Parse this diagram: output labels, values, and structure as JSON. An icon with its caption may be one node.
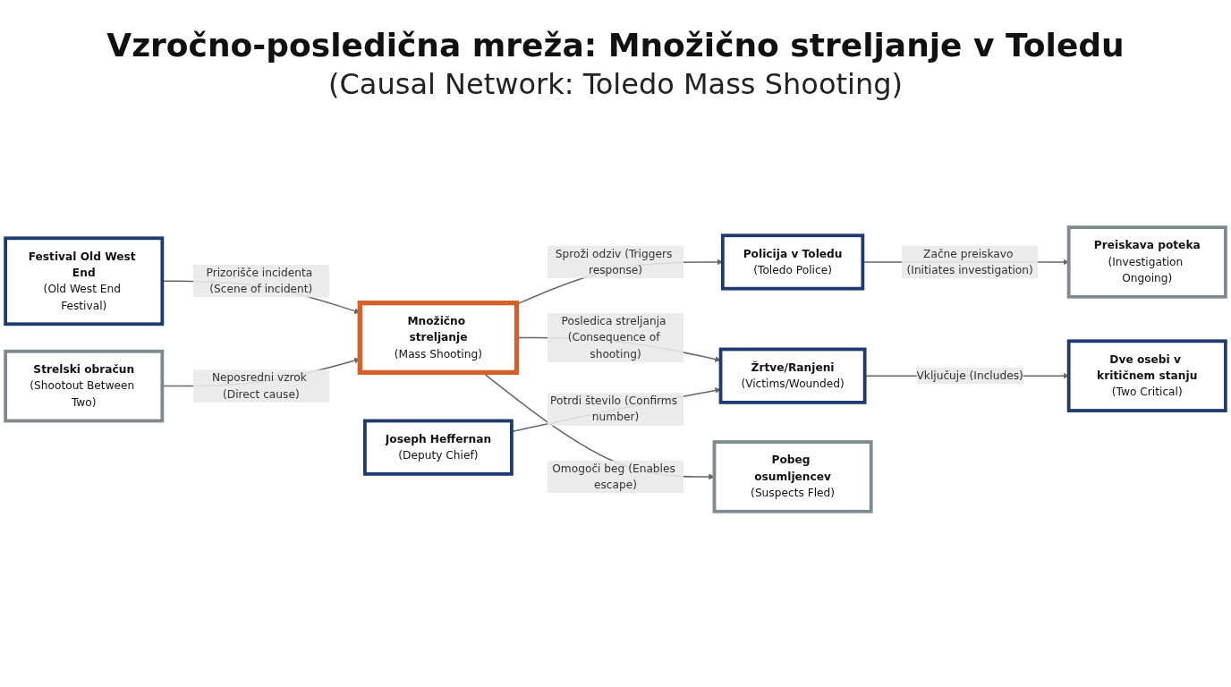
{
  "diagram": {
    "title": "Vzročno-posledična mreža: Množično streljanje v Toledu",
    "caption": "(Causal Network: Toledo Mass Shooting)",
    "nodes": [
      {
        "text": [
          "Festival Old West End",
          "(Old West End Festival)"
        ]
      },
      {
        "text": [
          "Strelski obračun",
          "(Shootout Between Two)"
        ]
      },
      {
        "text": [
          "Množično streljanje",
          "(Mass Shooting)"
        ]
      },
      {
        "text": [
          "Policija v Toledu",
          "(Toledo Police)"
        ]
      },
      {
        "text": [
          "Preiskava poteka",
          "(Investigation Ongoing)"
        ]
      },
      {
        "text": [
          "Žrtve/Ranjeni",
          "(Victims/Wounded)"
        ]
      },
      {
        "text": [
          "Joseph Heffernan",
          "(Deputy Chief)"
        ]
      },
      {
        "text": [
          "Pobeg osumljencev",
          "(Suspects Fled)"
        ]
      },
      {
        "text": [
          "Dve osebi v kritičnem stanju",
          "(Two Critical)"
        ]
      }
    ],
    "edges": [
      {
        "from": 0,
        "to": 2,
        "arrow": "to",
        "label": "Prizorišče incidenta (Scene of incident)"
      },
      {
        "from": 1,
        "to": 2,
        "arrow": "to",
        "label": "Neposredni vzrok (Direct cause)"
      },
      {
        "from": 2,
        "to": 3,
        "arrow": "to",
        "label": "Sproži odziv (Triggers response)"
      },
      {
        "from": 3,
        "to": 4,
        "arrow": "to",
        "label": "Začne preiskavo (Initiates investigation)"
      },
      {
        "from": 2,
        "to": 5,
        "arrow": "to",
        "label": "Posledica streljanja (Consequence of shooting)"
      },
      {
        "from": 6,
        "to": 5,
        "arrow": "to",
        "label": "Potrdi število (Confirms number)"
      },
      {
        "from": 2,
        "to": 7,
        "arrow": "to",
        "label": "Omogoči beg (Enables escape)"
      },
      {
        "from": 5,
        "to": 8,
        "arrow": "to",
        "label": "Vključuje (Includes)"
      }
    ]
  }
}
